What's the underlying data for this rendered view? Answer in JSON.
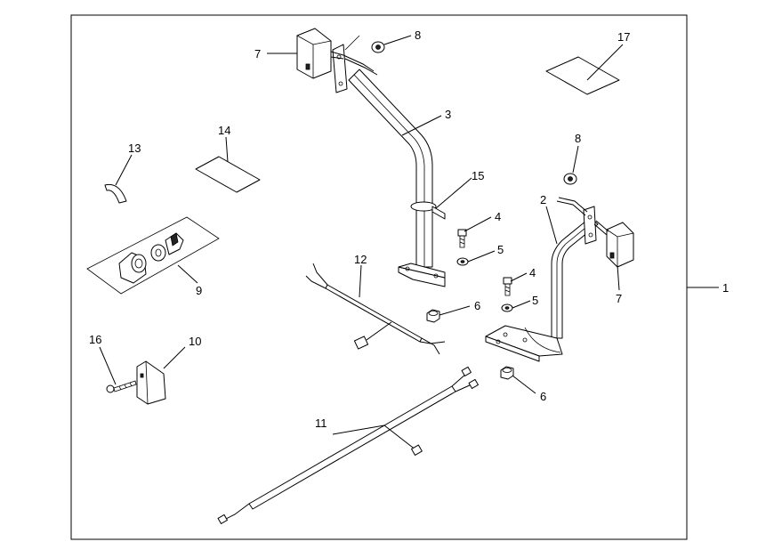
{
  "callouts": [
    {
      "id": "c1",
      "label": "1"
    },
    {
      "id": "c2",
      "label": "2"
    },
    {
      "id": "c3",
      "label": "3"
    },
    {
      "id": "c4a",
      "label": "4"
    },
    {
      "id": "c4b",
      "label": "4"
    },
    {
      "id": "c5a",
      "label": "5"
    },
    {
      "id": "c5b",
      "label": "5"
    },
    {
      "id": "c6a",
      "label": "6"
    },
    {
      "id": "c6b",
      "label": "6"
    },
    {
      "id": "c7a",
      "label": "7"
    },
    {
      "id": "c7b",
      "label": "7"
    },
    {
      "id": "c8a",
      "label": "8"
    },
    {
      "id": "c8b",
      "label": "8"
    },
    {
      "id": "c9",
      "label": "9"
    },
    {
      "id": "c10",
      "label": "10"
    },
    {
      "id": "c11",
      "label": "11"
    },
    {
      "id": "c12",
      "label": "12"
    },
    {
      "id": "c13",
      "label": "13"
    },
    {
      "id": "c14",
      "label": "14"
    },
    {
      "id": "c15",
      "label": "15"
    },
    {
      "id": "c16",
      "label": "16"
    },
    {
      "id": "c17",
      "label": "17"
    }
  ]
}
